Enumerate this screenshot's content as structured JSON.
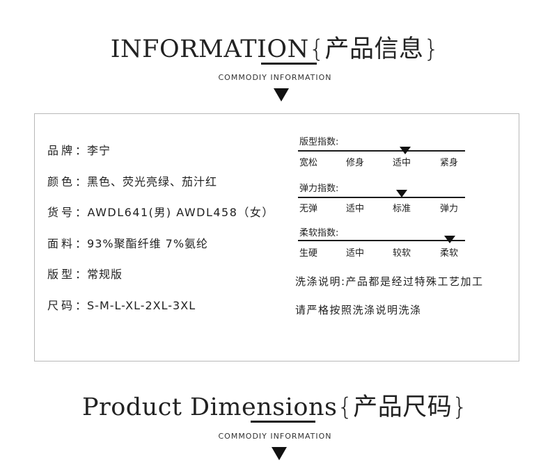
{
  "section1": {
    "title_en": "INFORMATION",
    "title_cn": "{产品信息}",
    "subtitle": "COMMODIY INFORMATION"
  },
  "specs": [
    {
      "label": "品牌",
      "value": "：李宁"
    },
    {
      "label": "颜色",
      "value": "：黑色、荧光亮绿、茄汁红"
    },
    {
      "label": "货号",
      "value": "：AWDL641(男) AWDL458（女）"
    },
    {
      "label": "面料",
      "value": "：93%聚酯纤维 7%氨纶"
    },
    {
      "label": "版型",
      "value": "：常规版"
    },
    {
      "label": "尺码",
      "value": "：S-M-L-XL-2XL-3XL"
    }
  ],
  "scales": [
    {
      "title": "版型指数:",
      "ticks": [
        "宽松",
        "修身",
        "适中",
        "紧身"
      ],
      "level": 2
    },
    {
      "title": "弹力指数:",
      "ticks": [
        "无弹",
        "适中",
        "标准",
        "弹力"
      ],
      "level": 2
    },
    {
      "title": "柔软指数:",
      "ticks": [
        "生硬",
        "适中",
        "较软",
        "柔软"
      ],
      "level": 3
    }
  ],
  "wash": {
    "line1": "洗涤说明:产品都是经过特殊工艺加工",
    "line2": "请严格按照洗涤说明洗涤"
  },
  "section2": {
    "title_en": "Product Dimensions",
    "title_cn": "{产品尺码}",
    "subtitle": "COMMODIY INFORMATION"
  }
}
